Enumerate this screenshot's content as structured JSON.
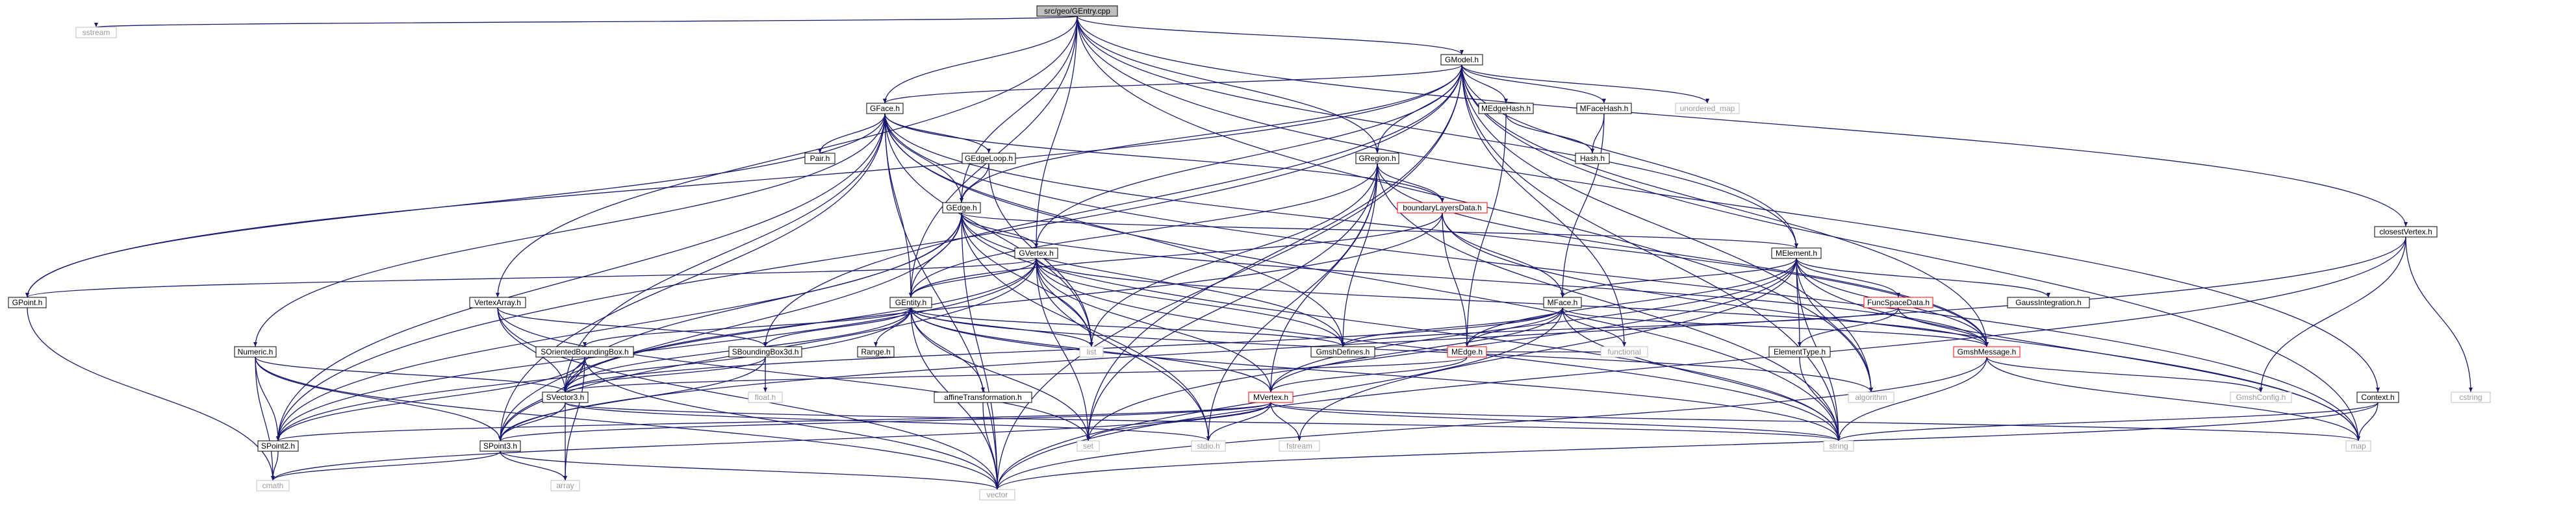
{
  "colors": {
    "edge": "#191970",
    "root_fill": "#bfbfbf",
    "node_fill": "#ffffff",
    "node_border": "#000000",
    "missing_border": "#bfbfbf",
    "missing_text": "#9a9a9a",
    "linked_border": "#ff0000"
  },
  "nodes": [
    {
      "id": "GEntry_cpp",
      "label": "src/geo/GEntry.cpp",
      "style": "root"
    },
    {
      "id": "sstream",
      "label": "sstream",
      "style": "missing"
    },
    {
      "id": "GModel",
      "label": "GModel.h",
      "style": "normal"
    },
    {
      "id": "closestVertex",
      "label": "closestVertex.h",
      "style": "normal"
    },
    {
      "id": "GFace",
      "label": "GFace.h",
      "style": "normal"
    },
    {
      "id": "MEdgeHash",
      "label": "MEdgeHash.h",
      "style": "normal"
    },
    {
      "id": "MFaceHash",
      "label": "MFaceHash.h",
      "style": "normal"
    },
    {
      "id": "unordered_map",
      "label": "unordered_map",
      "style": "missing"
    },
    {
      "id": "Pair",
      "label": "Pair.h",
      "style": "normal"
    },
    {
      "id": "GEdgeLoop",
      "label": "GEdgeLoop.h",
      "style": "normal"
    },
    {
      "id": "GRegion",
      "label": "GRegion.h",
      "style": "normal"
    },
    {
      "id": "Hash",
      "label": "Hash.h",
      "style": "normal"
    },
    {
      "id": "GEdge",
      "label": "GEdge.h",
      "style": "normal"
    },
    {
      "id": "boundaryLayersData",
      "label": "boundaryLayersData.h",
      "style": "linked"
    },
    {
      "id": "GVertex",
      "label": "GVertex.h",
      "style": "normal"
    },
    {
      "id": "MElement",
      "label": "MElement.h",
      "style": "normal"
    },
    {
      "id": "GPoint",
      "label": "GPoint.h",
      "style": "normal"
    },
    {
      "id": "VertexArray",
      "label": "VertexArray.h",
      "style": "normal"
    },
    {
      "id": "GEntity",
      "label": "GEntity.h",
      "style": "normal"
    },
    {
      "id": "MFace",
      "label": "MFace.h",
      "style": "normal"
    },
    {
      "id": "FuncSpaceData",
      "label": "FuncSpaceData.h",
      "style": "linked"
    },
    {
      "id": "GaussIntegration",
      "label": "GaussIntegration.h",
      "style": "normal"
    },
    {
      "id": "Numeric",
      "label": "Numeric.h",
      "style": "normal"
    },
    {
      "id": "SOrientedBoundingBox",
      "label": "SOrientedBoundingBox.h",
      "style": "normal"
    },
    {
      "id": "SBoundingBox3d",
      "label": "SBoundingBox3d.h",
      "style": "normal"
    },
    {
      "id": "Range",
      "label": "Range.h",
      "style": "normal"
    },
    {
      "id": "list",
      "label": "list",
      "style": "missing"
    },
    {
      "id": "GmshDefines",
      "label": "GmshDefines.h",
      "style": "normal"
    },
    {
      "id": "functional",
      "label": "functional",
      "style": "missing"
    },
    {
      "id": "MEdge",
      "label": "MEdge.h",
      "style": "linked"
    },
    {
      "id": "ElementType",
      "label": "ElementType.h",
      "style": "normal"
    },
    {
      "id": "GmshMessage",
      "label": "GmshMessage.h",
      "style": "linked"
    },
    {
      "id": "algorithm",
      "label": "algorithm",
      "style": "missing"
    },
    {
      "id": "GmshConfig",
      "label": "GmshConfig.h",
      "style": "missing"
    },
    {
      "id": "cstring",
      "label": "cstring",
      "style": "missing"
    },
    {
      "id": "float",
      "label": "float.h",
      "style": "missing"
    },
    {
      "id": "affineTransformation",
      "label": "affineTransformation.h",
      "style": "normal"
    },
    {
      "id": "SVector3",
      "label": "SVector3.h",
      "style": "normal"
    },
    {
      "id": "MVertex",
      "label": "MVertex.h",
      "style": "linked"
    },
    {
      "id": "Context",
      "label": "Context.h",
      "style": "normal"
    },
    {
      "id": "SPoint2",
      "label": "SPoint2.h",
      "style": "normal"
    },
    {
      "id": "SPoint3",
      "label": "SPoint3.h",
      "style": "normal"
    },
    {
      "id": "set",
      "label": "set",
      "style": "missing"
    },
    {
      "id": "stdio",
      "label": "stdio.h",
      "style": "missing"
    },
    {
      "id": "fstream",
      "label": "fstream",
      "style": "missing"
    },
    {
      "id": "string",
      "label": "string",
      "style": "missing"
    },
    {
      "id": "map",
      "label": "map",
      "style": "missing"
    },
    {
      "id": "cmath",
      "label": "cmath",
      "style": "missing"
    },
    {
      "id": "array",
      "label": "array",
      "style": "missing"
    },
    {
      "id": "vector",
      "label": "vector",
      "style": "missing"
    }
  ],
  "edges": [
    [
      "GEntry_cpp",
      "sstream"
    ],
    [
      "GEntry_cpp",
      "GModel"
    ],
    [
      "GEntry_cpp",
      "closestVertex"
    ],
    [
      "GEntry_cpp",
      "GFace"
    ],
    [
      "GEntry_cpp",
      "GEdge"
    ],
    [
      "GEntry_cpp",
      "GVertex"
    ],
    [
      "GEntry_cpp",
      "GEntity"
    ],
    [
      "GEntry_cpp",
      "VertexArray"
    ],
    [
      "GEntry_cpp",
      "GRegion"
    ],
    [
      "GEntry_cpp",
      "MElement"
    ],
    [
      "GEntry_cpp",
      "algorithm"
    ],
    [
      "GEntry_cpp",
      "Context"
    ],
    [
      "GModel",
      "GFace"
    ],
    [
      "GModel",
      "MEdgeHash"
    ],
    [
      "GModel",
      "MFaceHash"
    ],
    [
      "GModel",
      "unordered_map"
    ],
    [
      "GModel",
      "GRegion"
    ],
    [
      "GModel",
      "GEdge"
    ],
    [
      "GModel",
      "GVertex"
    ],
    [
      "GModel",
      "GPoint"
    ],
    [
      "GModel",
      "SBoundingBox3d"
    ],
    [
      "GModel",
      "SPoint2"
    ],
    [
      "GModel",
      "set"
    ],
    [
      "GModel",
      "string"
    ],
    [
      "GModel",
      "map"
    ],
    [
      "GModel",
      "vector"
    ],
    [
      "GModel",
      "algorithm"
    ],
    [
      "GModel",
      "functional"
    ],
    [
      "GModel",
      "GmshMessage"
    ],
    [
      "GModel",
      "MElement"
    ],
    [
      "closestVertex",
      "GmshConfig"
    ],
    [
      "closestVertex",
      "cstring"
    ],
    [
      "closestVertex",
      "vector"
    ],
    [
      "closestVertex",
      "SPoint3"
    ],
    [
      "GFace",
      "Pair"
    ],
    [
      "GFace",
      "GEdgeLoop"
    ],
    [
      "GFace",
      "GEdge"
    ],
    [
      "GFace",
      "GEntity"
    ],
    [
      "GFace",
      "GmshDefines"
    ],
    [
      "GFace",
      "boundaryLayersData"
    ],
    [
      "GFace",
      "Numeric"
    ],
    [
      "GFace",
      "SPoint2"
    ],
    [
      "GFace",
      "SVector3"
    ],
    [
      "GFace",
      "list"
    ],
    [
      "GFace",
      "string"
    ],
    [
      "GFace",
      "vector"
    ],
    [
      "GFace",
      "map"
    ],
    [
      "GFace",
      "GPoint"
    ],
    [
      "GFace",
      "SPoint3"
    ],
    [
      "GFace",
      "GmshMessage"
    ],
    [
      "MEdgeHash",
      "MEdge"
    ],
    [
      "MEdgeHash",
      "Hash"
    ],
    [
      "MFaceHash",
      "MFace"
    ],
    [
      "MFaceHash",
      "Hash"
    ],
    [
      "GEdgeLoop",
      "GEdge"
    ],
    [
      "GEdgeLoop",
      "list"
    ],
    [
      "GRegion",
      "GEntity"
    ],
    [
      "GRegion",
      "boundaryLayersData"
    ],
    [
      "GRegion",
      "GmshDefines"
    ],
    [
      "GRegion",
      "list"
    ],
    [
      "GRegion",
      "set"
    ],
    [
      "GRegion",
      "string"
    ],
    [
      "GRegion",
      "stdio"
    ],
    [
      "GRegion",
      "GmshMessage"
    ],
    [
      "GRegion",
      "MVertex"
    ],
    [
      "GEdge",
      "GEntity"
    ],
    [
      "GEdge",
      "GVertex"
    ],
    [
      "GEdge",
      "SPoint2"
    ],
    [
      "GEdge",
      "SPoint3"
    ],
    [
      "GEdge",
      "SVector3"
    ],
    [
      "GEdge",
      "GmshDefines"
    ],
    [
      "GEdge",
      "list"
    ],
    [
      "GEdge",
      "string"
    ],
    [
      "GEdge",
      "vector"
    ],
    [
      "GEdge",
      "stdio"
    ],
    [
      "GEdge",
      "MElement"
    ],
    [
      "GEdge",
      "GmshMessage"
    ],
    [
      "boundaryLayersData",
      "MEdge"
    ],
    [
      "boundaryLayersData",
      "MFace"
    ],
    [
      "boundaryLayersData",
      "SVector3"
    ],
    [
      "boundaryLayersData",
      "map"
    ],
    [
      "boundaryLayersData",
      "GEntity"
    ],
    [
      "GVertex",
      "GEntity"
    ],
    [
      "GVertex",
      "GPoint"
    ],
    [
      "GVertex",
      "SPoint2"
    ],
    [
      "GVertex",
      "SPoint3"
    ],
    [
      "GVertex",
      "GmshDefines"
    ],
    [
      "GVertex",
      "list"
    ],
    [
      "GVertex",
      "string"
    ],
    [
      "GVertex",
      "stdio"
    ],
    [
      "GVertex",
      "MVertex"
    ],
    [
      "GVertex",
      "SVector3"
    ],
    [
      "GVertex",
      "GmshMessage"
    ],
    [
      "GVertex",
      "set"
    ],
    [
      "MElement",
      "MFace"
    ],
    [
      "MElement",
      "MEdge"
    ],
    [
      "MElement",
      "FuncSpaceData"
    ],
    [
      "MElement",
      "GaussIntegration"
    ],
    [
      "MElement",
      "ElementType"
    ],
    [
      "MElement",
      "GmshMessage"
    ],
    [
      "MElement",
      "MVertex"
    ],
    [
      "MElement",
      "fstream"
    ],
    [
      "MElement",
      "string"
    ],
    [
      "MElement",
      "map"
    ],
    [
      "MElement",
      "algorithm"
    ],
    [
      "MElement",
      "set"
    ],
    [
      "GPoint",
      "cmath"
    ],
    [
      "VertexArray",
      "SVector3"
    ],
    [
      "VertexArray",
      "SBoundingBox3d"
    ],
    [
      "VertexArray",
      "set"
    ],
    [
      "VertexArray",
      "vector"
    ],
    [
      "GEntity",
      "Range"
    ],
    [
      "GEntity",
      "SOrientedBoundingBox"
    ],
    [
      "GEntity",
      "SBoundingBox3d"
    ],
    [
      "GEntity",
      "list"
    ],
    [
      "GEntity",
      "affineTransformation"
    ],
    [
      "GEntity",
      "set"
    ],
    [
      "GEntity",
      "string"
    ],
    [
      "GEntity",
      "vector"
    ],
    [
      "GEntity",
      "SPoint2"
    ],
    [
      "GEntity",
      "SVector3"
    ],
    [
      "GEntity",
      "MVertex"
    ],
    [
      "GEntity",
      "GmshDefines"
    ],
    [
      "GEntity",
      "algorithm"
    ],
    [
      "MFace",
      "MEdge"
    ],
    [
      "MFace",
      "MVertex"
    ],
    [
      "MFace",
      "SVector3"
    ],
    [
      "MFace",
      "GmshDefines"
    ],
    [
      "MFace",
      "vector"
    ],
    [
      "MFace",
      "functional"
    ],
    [
      "MFace",
      "string"
    ],
    [
      "MFace",
      "GmshMessage"
    ],
    [
      "FuncSpaceData",
      "ElementType"
    ],
    [
      "FuncSpaceData",
      "GmshMessage"
    ],
    [
      "FuncSpaceData",
      "GmshDefines"
    ],
    [
      "Numeric",
      "SPoint2"
    ],
    [
      "Numeric",
      "SPoint3"
    ],
    [
      "Numeric",
      "SVector3"
    ],
    [
      "Numeric",
      "vector"
    ],
    [
      "Numeric",
      "cmath"
    ],
    [
      "SOrientedBoundingBox",
      "SVector3"
    ],
    [
      "SOrientedBoundingBox",
      "SPoint3"
    ],
    [
      "SOrientedBoundingBox",
      "SPoint2"
    ],
    [
      "SOrientedBoundingBox",
      "vector"
    ],
    [
      "SOrientedBoundingBox",
      "array"
    ],
    [
      "SBoundingBox3d",
      "SPoint3"
    ],
    [
      "SBoundingBox3d",
      "SVector3"
    ],
    [
      "SBoundingBox3d",
      "float"
    ],
    [
      "MEdge",
      "MVertex"
    ],
    [
      "MEdge",
      "SVector3"
    ],
    [
      "MEdge",
      "functional"
    ],
    [
      "ElementType",
      "string"
    ],
    [
      "GmshMessage",
      "GmshConfig"
    ],
    [
      "GmshMessage",
      "string"
    ],
    [
      "GmshMessage",
      "map"
    ],
    [
      "GmshMessage",
      "vector"
    ],
    [
      "affineTransformation",
      "vector"
    ],
    [
      "SVector3",
      "SPoint3"
    ],
    [
      "SVector3",
      "array"
    ],
    [
      "SVector3",
      "string"
    ],
    [
      "SVector3",
      "stdio"
    ],
    [
      "MVertex",
      "SPoint2"
    ],
    [
      "MVertex",
      "SPoint3"
    ],
    [
      "MVertex",
      "set"
    ],
    [
      "MVertex",
      "stdio"
    ],
    [
      "MVertex",
      "fstream"
    ],
    [
      "MVertex",
      "string"
    ],
    [
      "MVertex",
      "map"
    ],
    [
      "MVertex",
      "cmath"
    ],
    [
      "Context",
      "string"
    ],
    [
      "Context",
      "vector"
    ],
    [
      "Context",
      "map"
    ],
    [
      "SPoint2",
      "cmath"
    ],
    [
      "SPoint3",
      "cmath"
    ],
    [
      "SPoint3",
      "array"
    ],
    [
      "SPoint3",
      "vector"
    ]
  ]
}
